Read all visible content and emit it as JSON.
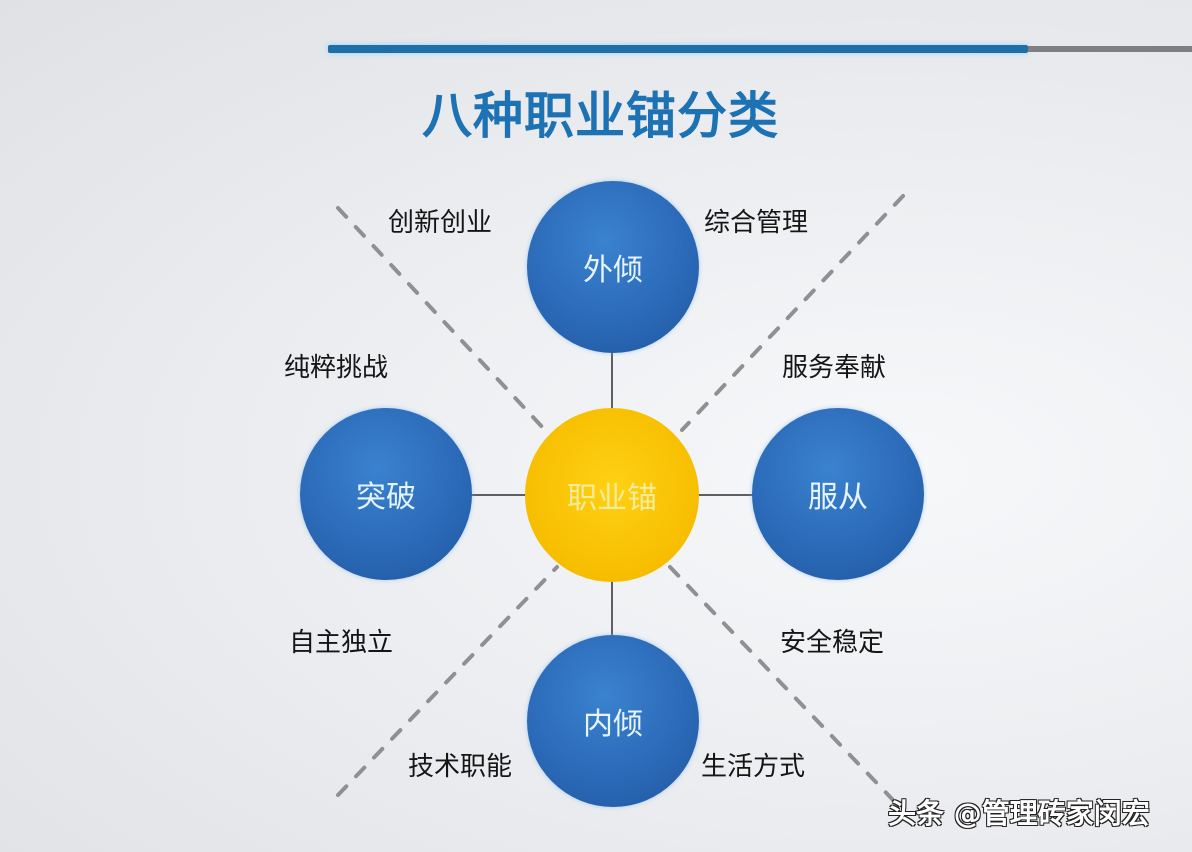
{
  "slide": {
    "title": "八种职业锚分类",
    "accent_color": "#1d72b3",
    "circle_color": "#2a68b6",
    "center_color": "#f7be00"
  },
  "diagram": {
    "center": "职业锚",
    "nodes": {
      "top": "外倾",
      "left": "突破",
      "right": "服从",
      "bottom": "内倾"
    },
    "anchors": {
      "top_left": "创新创业",
      "top_right": "综合管理",
      "upper_left": "纯粹挑战",
      "upper_right": "服务奉献",
      "lower_left": "自主独立",
      "lower_right": "安全稳定",
      "bottom_left": "技术职能",
      "bottom_right": "生活方式"
    }
  },
  "watermark": "头条 @管理砖家闵宏"
}
